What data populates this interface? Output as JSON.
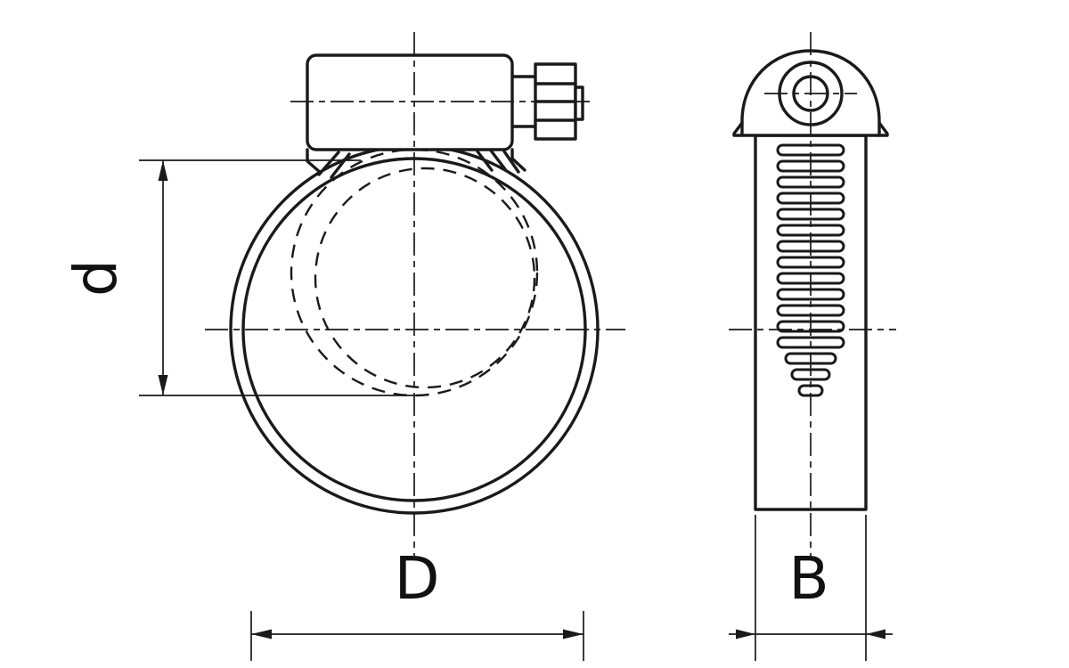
{
  "drawing": {
    "kind": "hose-clamp-two-view-technical-drawing",
    "colors": {
      "line": "#1a1a1a",
      "background": "#ffffff"
    },
    "dimensions": {
      "inner_diameter_label": "d",
      "outer_diameter_label": "D",
      "band_width_label": "B"
    }
  }
}
